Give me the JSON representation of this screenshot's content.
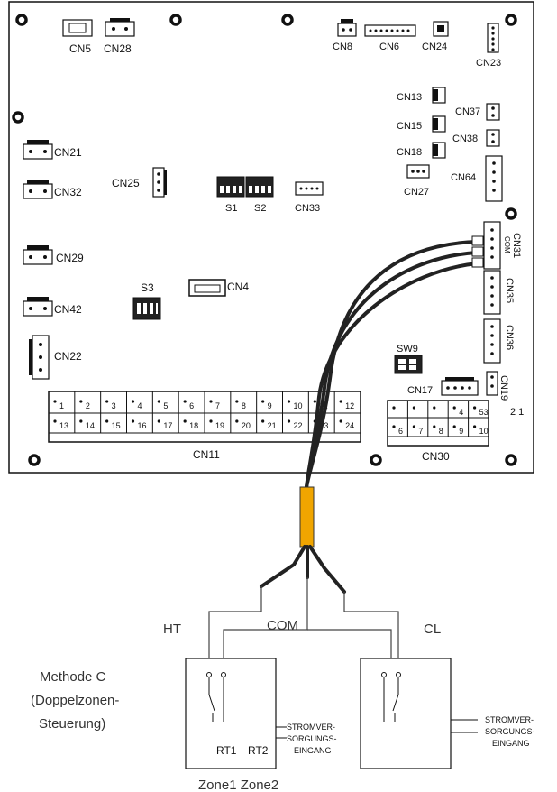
{
  "board": {
    "connectors": {
      "cn5": "CN5",
      "cn28": "CN28",
      "cn8": "CN8",
      "cn6": "CN6",
      "cn24": "CN24",
      "cn23": "CN23",
      "cn13": "CN13",
      "cn37": "CN37",
      "cn15": "CN15",
      "cn38": "CN38",
      "cn18": "CN18",
      "cn27": "CN27",
      "cn64": "CN64",
      "cn21": "CN21",
      "cn32": "CN32",
      "cn25": "CN25",
      "s1": "S1",
      "s2": "S2",
      "cn33": "CN33",
      "cn31": "CN31",
      "com": "COM",
      "cn29": "CN29",
      "s3": "S3",
      "cn4": "CN4",
      "cn35": "CN35",
      "cn42": "CN42",
      "cn36": "CN36",
      "cn22": "CN22",
      "sw9": "SW9",
      "cn17": "CN17",
      "cn19": "CN19",
      "cn19_pins": "2 1",
      "cn11": "CN11",
      "cn30": "CN30"
    },
    "cn11_top": [
      "1",
      "2",
      "3",
      "4",
      "5",
      "6",
      "7",
      "8",
      "9",
      "10",
      "11",
      "12"
    ],
    "cn11_bottom": [
      "13",
      "14",
      "15",
      "16",
      "17",
      "18",
      "19",
      "20",
      "21",
      "22",
      "23",
      "24"
    ],
    "cn30_top": [
      "",
      "",
      "",
      "4",
      "53"
    ],
    "cn30_bottom": [
      "6",
      "7",
      "8",
      "9",
      "10"
    ]
  },
  "wiring": {
    "ht": "HT",
    "com": "COM",
    "cl": "CL",
    "rt1": "RT1",
    "rt2": "RT2",
    "power_left": [
      "STROMVER-",
      "SORGUNGS-",
      "EINGANG"
    ],
    "power_right": [
      "STROMVER-",
      "SORGUNGS-",
      "EINGANG"
    ],
    "zones": "Zone1 Zone2"
  },
  "caption": [
    "Methode C",
    "(Doppelzonen-",
    "Steuerung)"
  ],
  "colors": {
    "cable_sleeve": "#f0a500",
    "wire": "#222222"
  }
}
